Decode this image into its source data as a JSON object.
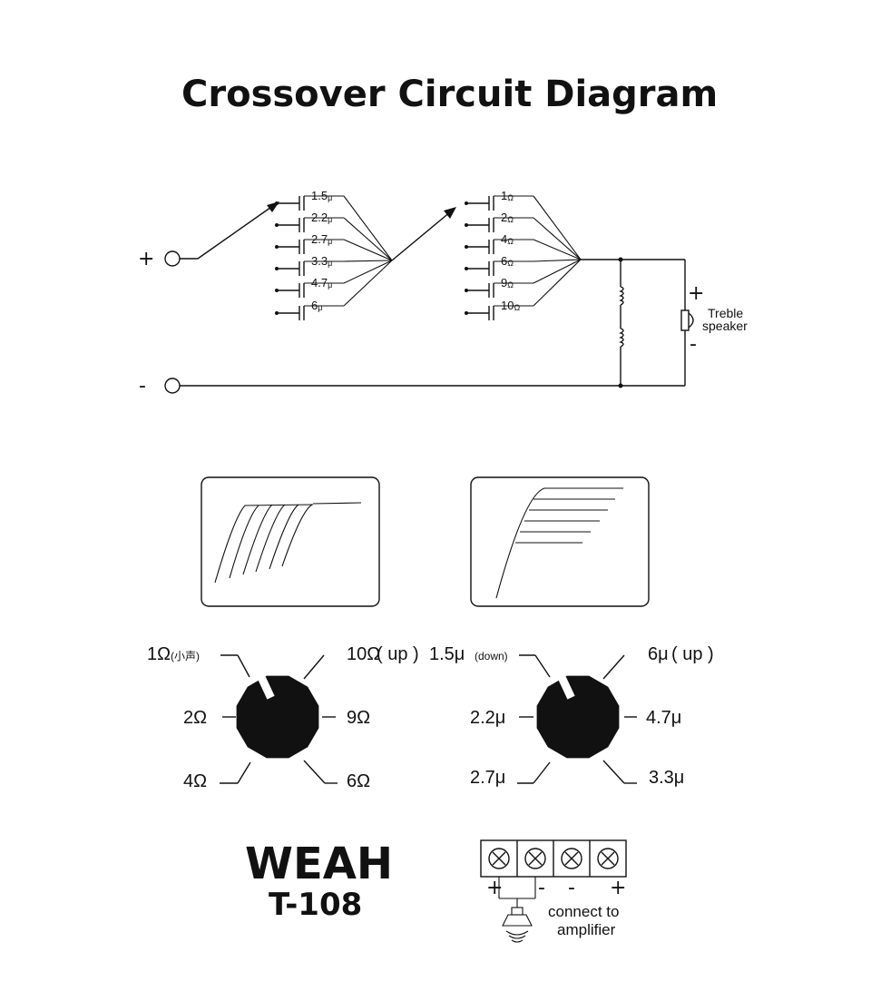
{
  "title": "Crossover Circuit Diagram",
  "terminals": {
    "plus": "+",
    "minus": "-"
  },
  "capacitors": [
    "1.5",
    "2.2",
    "2.7",
    "3.3",
    "4.7",
    "6"
  ],
  "capacitor_unit": "μ",
  "resistors": [
    "1",
    "2",
    "4",
    "6",
    "9",
    "10"
  ],
  "resistor_unit": "Ω",
  "speaker": {
    "plus": "+",
    "minus": "-",
    "line1": "Treble",
    "line2": "speaker"
  },
  "knob_left": {
    "top_left": "1Ω",
    "top_left_note": "(小声)",
    "top_right": "10Ω",
    "top_right_note": "( up )",
    "mid_left": "2Ω",
    "mid_right": "9Ω",
    "bot_left": "4Ω",
    "bot_right": "6Ω"
  },
  "knob_right": {
    "top_left": "1.5μ",
    "top_left_note": "(down)",
    "top_right": "6μ",
    "top_right_note": "( up )",
    "mid_left": "2.2μ",
    "mid_right": "4.7μ",
    "bot_left": "2.7μ",
    "bot_right": "3.3μ"
  },
  "brand": "WEAH",
  "model": "T-108",
  "terminal_block": {
    "signs": [
      "+",
      "-",
      "-",
      "+"
    ],
    "line1": "connect to",
    "line2": "amplifier"
  }
}
